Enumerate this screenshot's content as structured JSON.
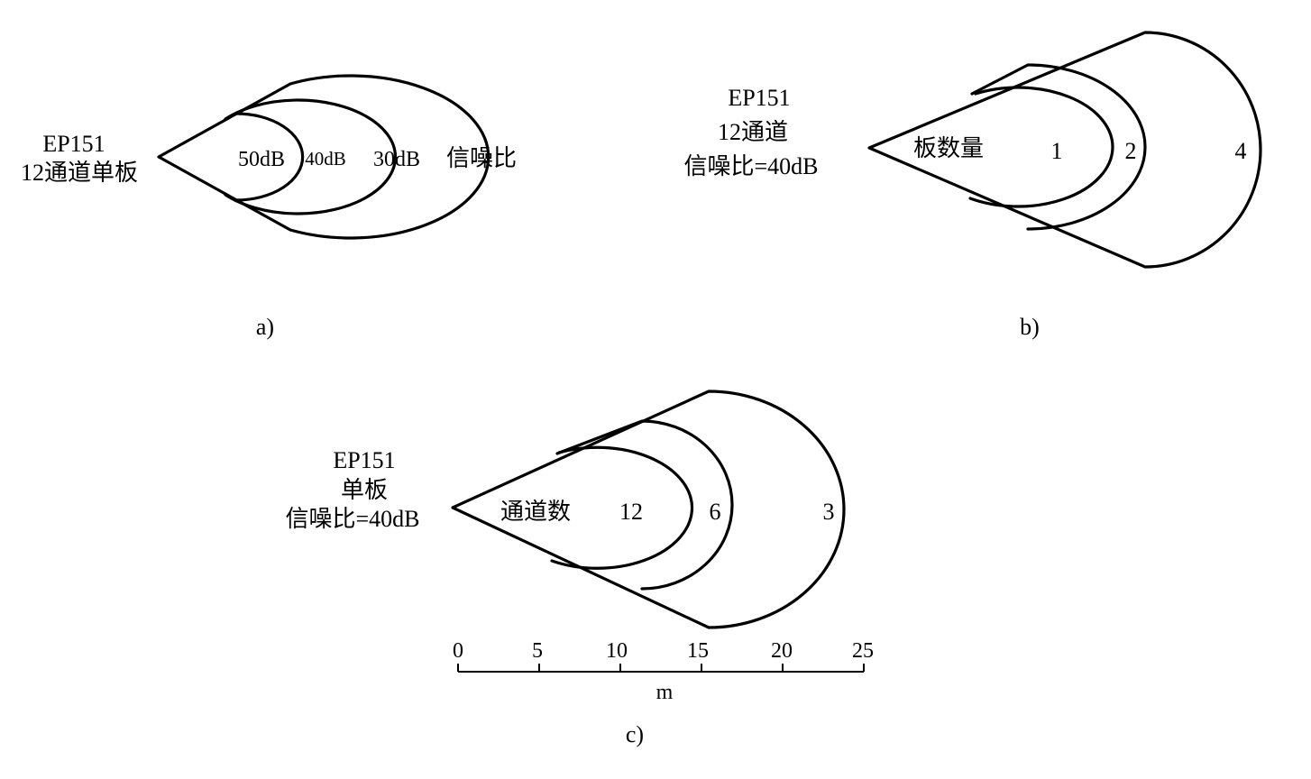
{
  "panel_a": {
    "caption": "a)",
    "side_label": [
      "EP151",
      "12通道单板"
    ],
    "curve_labels": [
      "50dB",
      "40dB",
      "30dB"
    ],
    "group_label": "信噪比"
  },
  "panel_b": {
    "caption": "b)",
    "side_label": [
      "EP151",
      "12通道",
      "信噪比=40dB"
    ],
    "group_label": "板数量",
    "curve_labels": [
      "1",
      "2",
      "4"
    ]
  },
  "panel_c": {
    "caption": "c)",
    "side_label": [
      "EP151",
      "单板",
      "信噪比=40dB"
    ],
    "group_label": "通道数",
    "curve_labels": [
      "12",
      "6",
      "3"
    ],
    "scale": {
      "ticks": [
        "0",
        "5",
        "10",
        "15",
        "20",
        "25"
      ],
      "unit": "m"
    }
  }
}
